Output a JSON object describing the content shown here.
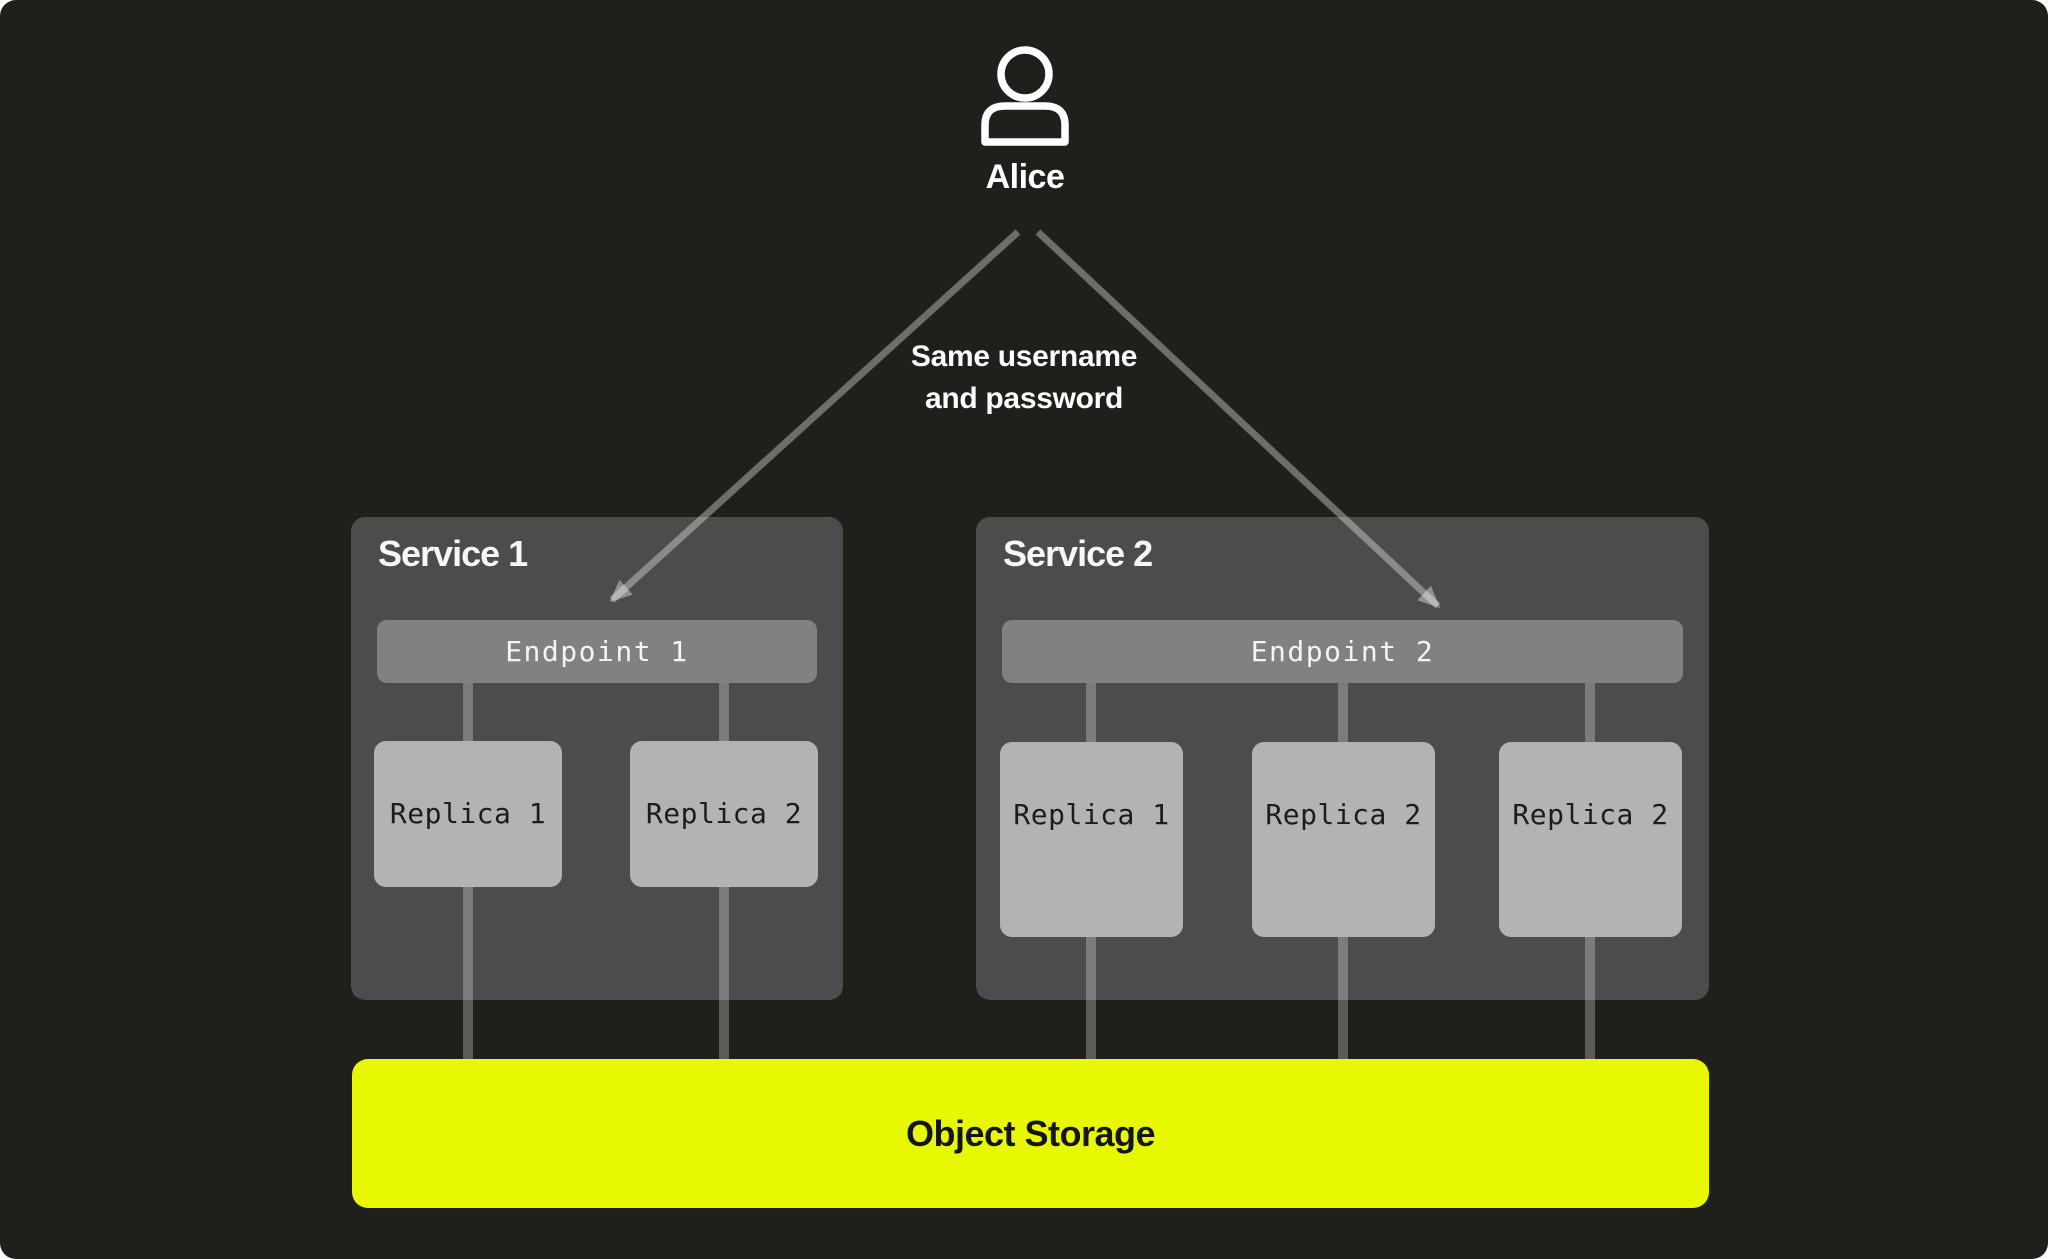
{
  "user": {
    "name": "Alice",
    "icon": "person-icon"
  },
  "caption": {
    "line1": "Same username",
    "line2": "and password"
  },
  "services": [
    {
      "title": "Service 1",
      "endpoint": "Endpoint 1",
      "replicas": [
        "Replica 1",
        "Replica 2"
      ]
    },
    {
      "title": "Service 2",
      "endpoint": "Endpoint 2",
      "replicas": [
        "Replica 1",
        "Replica 2",
        "Replica 2"
      ]
    }
  ],
  "storage": {
    "label": "Object Storage"
  },
  "colors": {
    "canvas_background": "#1f1f1b",
    "service_box": "#4c4c4c",
    "endpoint_bar": "#818181",
    "replica_box": "#b3b3b3",
    "storage_yellow": "#e7f800",
    "line_gray": "#6b6b6b",
    "text_white": "#ffffff",
    "text_dark": "#1c1c1c"
  }
}
